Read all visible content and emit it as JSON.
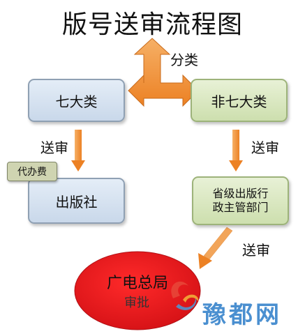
{
  "title": "版号送审流程图",
  "edges": {
    "classify": "分类",
    "review_left": "送审",
    "review_right": "送审",
    "review_bottom": "送审"
  },
  "nodes": {
    "seven": "七大类",
    "non_seven": "非七大类",
    "publisher": "出版社",
    "proxy_fee": "代办费",
    "provincial_line1": "省级出版行",
    "provincial_line2": "政主管部门",
    "sapprft": "广电总局",
    "approval": "审批"
  },
  "watermark": "豫都网",
  "colors": {
    "arrow_orange": "#f0923a",
    "box_blue": "#d6e2f0",
    "box_green": "#d8e6bf",
    "ellipse_red": "#e8161b"
  }
}
